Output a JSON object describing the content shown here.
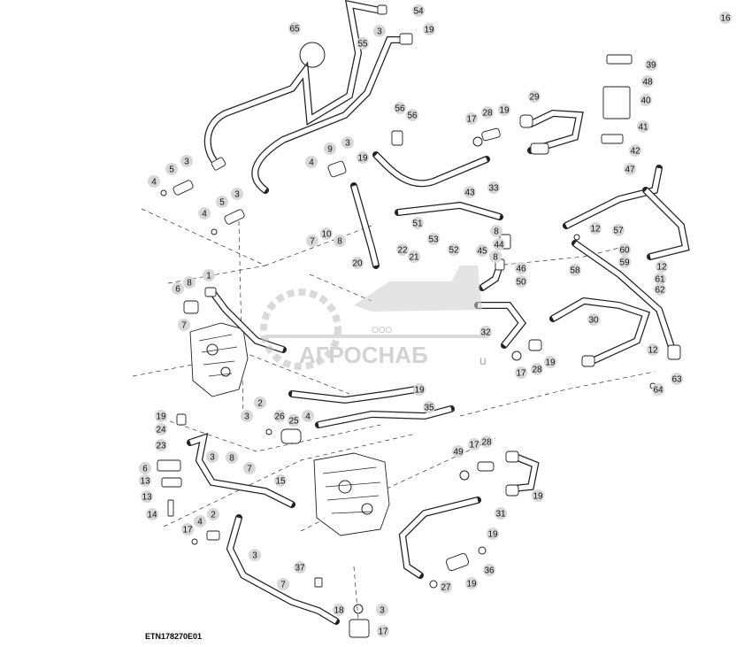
{
  "figure_id": "ETN178270E01",
  "watermark": {
    "company_prefix": "ООО",
    "company_name": "АГРОСНАБ",
    "suffix": "u"
  },
  "callouts": [
    "65",
    "55",
    "3",
    "54",
    "19",
    "39",
    "48",
    "40",
    "41",
    "42",
    "47",
    "56",
    "56",
    "29",
    "17",
    "28",
    "19",
    "9",
    "3",
    "4",
    "19",
    "33",
    "5",
    "3",
    "4",
    "5",
    "3",
    "4",
    "43",
    "51",
    "53",
    "8",
    "44",
    "52",
    "8",
    "46",
    "45",
    "50",
    "7",
    "10",
    "8",
    "22",
    "21",
    "20",
    "12",
    "57",
    "60",
    "59",
    "58",
    "12",
    "61",
    "62",
    "6",
    "8",
    "1",
    "7",
    "30",
    "32",
    "17",
    "28",
    "19",
    "12",
    "63",
    "64",
    "19",
    "2",
    "3",
    "35",
    "19",
    "24",
    "23",
    "25",
    "26",
    "4",
    "3",
    "8",
    "7",
    "6",
    "13",
    "13",
    "14",
    "15",
    "49",
    "17",
    "28",
    "19",
    "31",
    "19",
    "36",
    "17",
    "4",
    "2",
    "3",
    "37",
    "7",
    "27",
    "19",
    "18",
    "3",
    "17",
    "16"
  ]
}
